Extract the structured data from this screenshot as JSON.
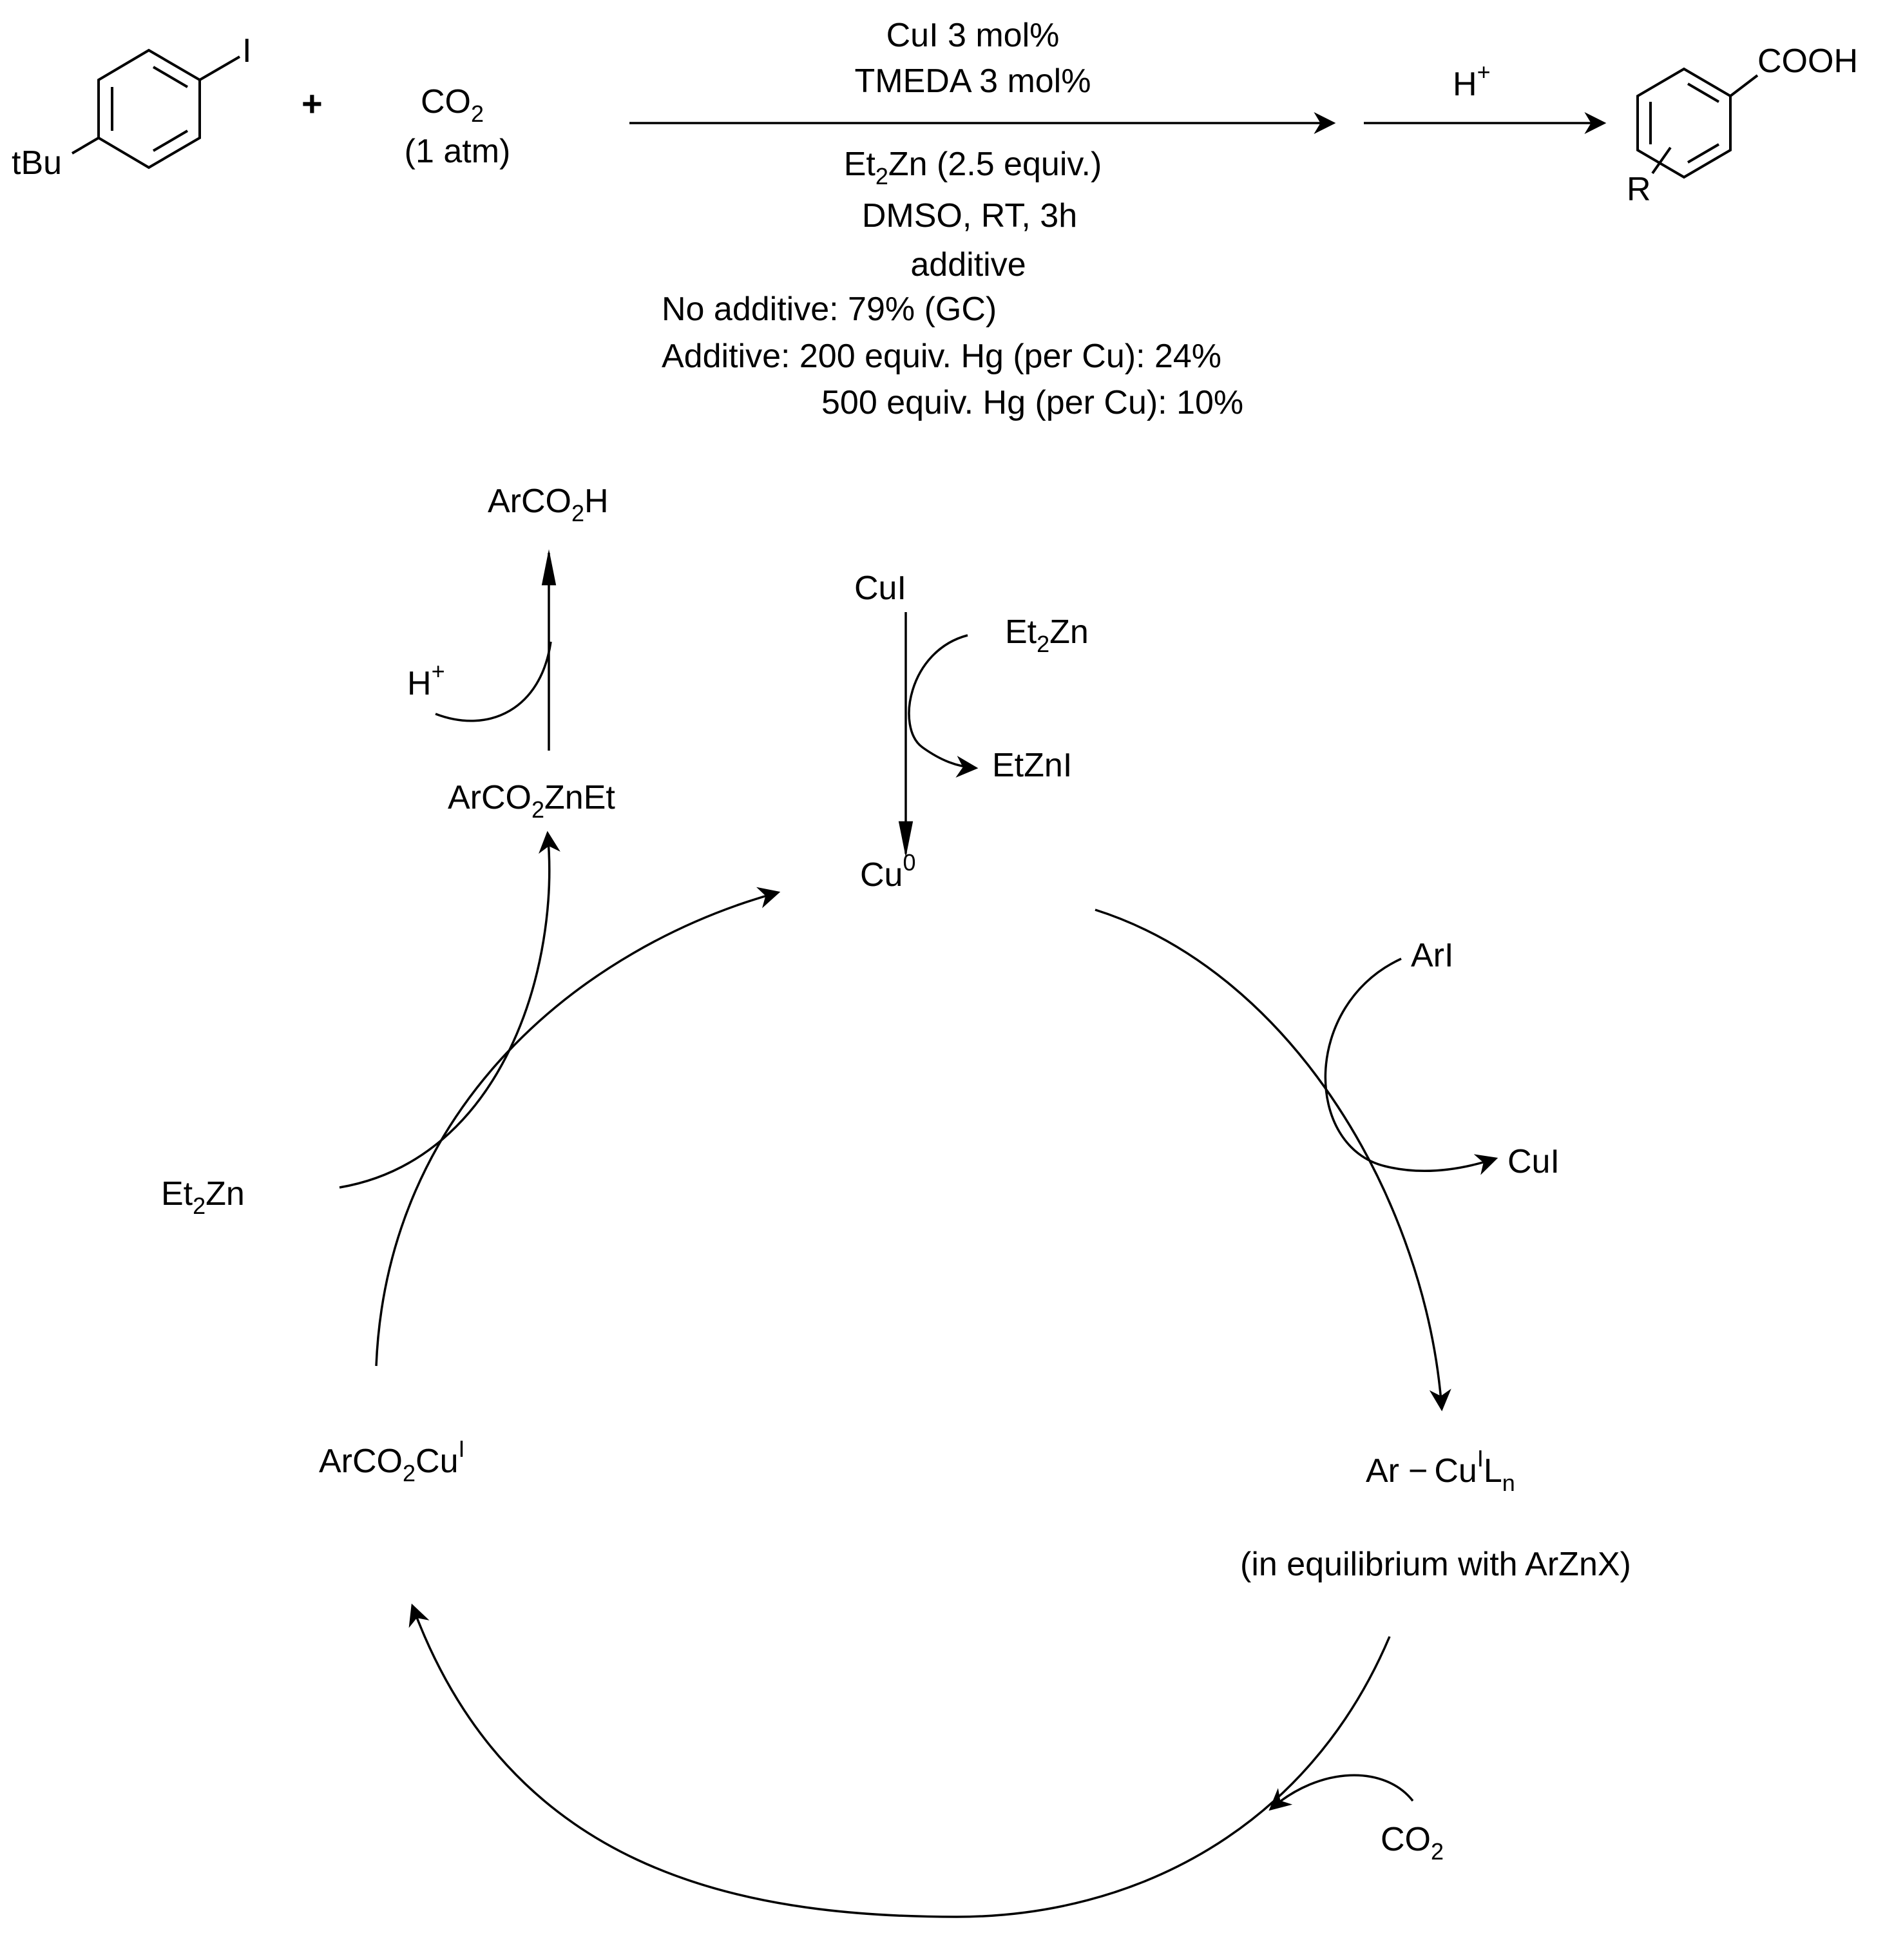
{
  "reaction": {
    "reactant1_substituent": "tBu",
    "reactant1_halide": "I",
    "plus": "+",
    "reactant2": {
      "base": "CO",
      "sub": "2",
      "pressure": "(1 atm)"
    },
    "conditions_above": [
      "CuI 3 mol%",
      "TMEDA 3 mol%"
    ],
    "conditions_below": {
      "reagent": {
        "pre": "Et",
        "sub": "2",
        "post": "Zn (2.5 equiv.)"
      },
      "solvent": "DMSO, RT, 3h",
      "additive": "additive"
    },
    "acid": {
      "base": "H",
      "sup": "+"
    },
    "product_group": "COOH",
    "product_substituent": "R",
    "results": {
      "no_additive": "No additive: 79% (GC)",
      "additive_200": "Additive: 200 equiv. Hg (per Cu): 24%",
      "additive_500": "500 equiv. Hg (per Cu): 10%"
    }
  },
  "cycle": {
    "product": {
      "pre": "ArCO",
      "sub": "2",
      "post": "H"
    },
    "proton": {
      "base": "H",
      "sup": "+"
    },
    "zinc_carboxylate": {
      "pre": "ArCO",
      "sub": "2",
      "post": "ZnEt"
    },
    "cui_top": "CuI",
    "et2zn_top": {
      "pre": "Et",
      "sub": "2",
      "post": "Zn"
    },
    "etzni": "EtZnI",
    "cu0": {
      "base": "Cu",
      "sup": "0"
    },
    "ari": "ArI",
    "cui_right": "CuI",
    "arcu": {
      "pre": "Ar",
      "bond": "−",
      "cu": "Cu",
      "cu_sup": "I",
      "l": "L",
      "l_sub": "n"
    },
    "equilibrium_note": "(in equilibrium with ArZnX)",
    "co2": {
      "base": "CO",
      "sub": "2"
    },
    "et2zn_left": {
      "pre": "Et",
      "sub": "2",
      "post": "Zn"
    },
    "copper_carboxylate": {
      "pre": "ArCO",
      "sub": "2",
      "post": "Cu",
      "sup": "I"
    }
  }
}
